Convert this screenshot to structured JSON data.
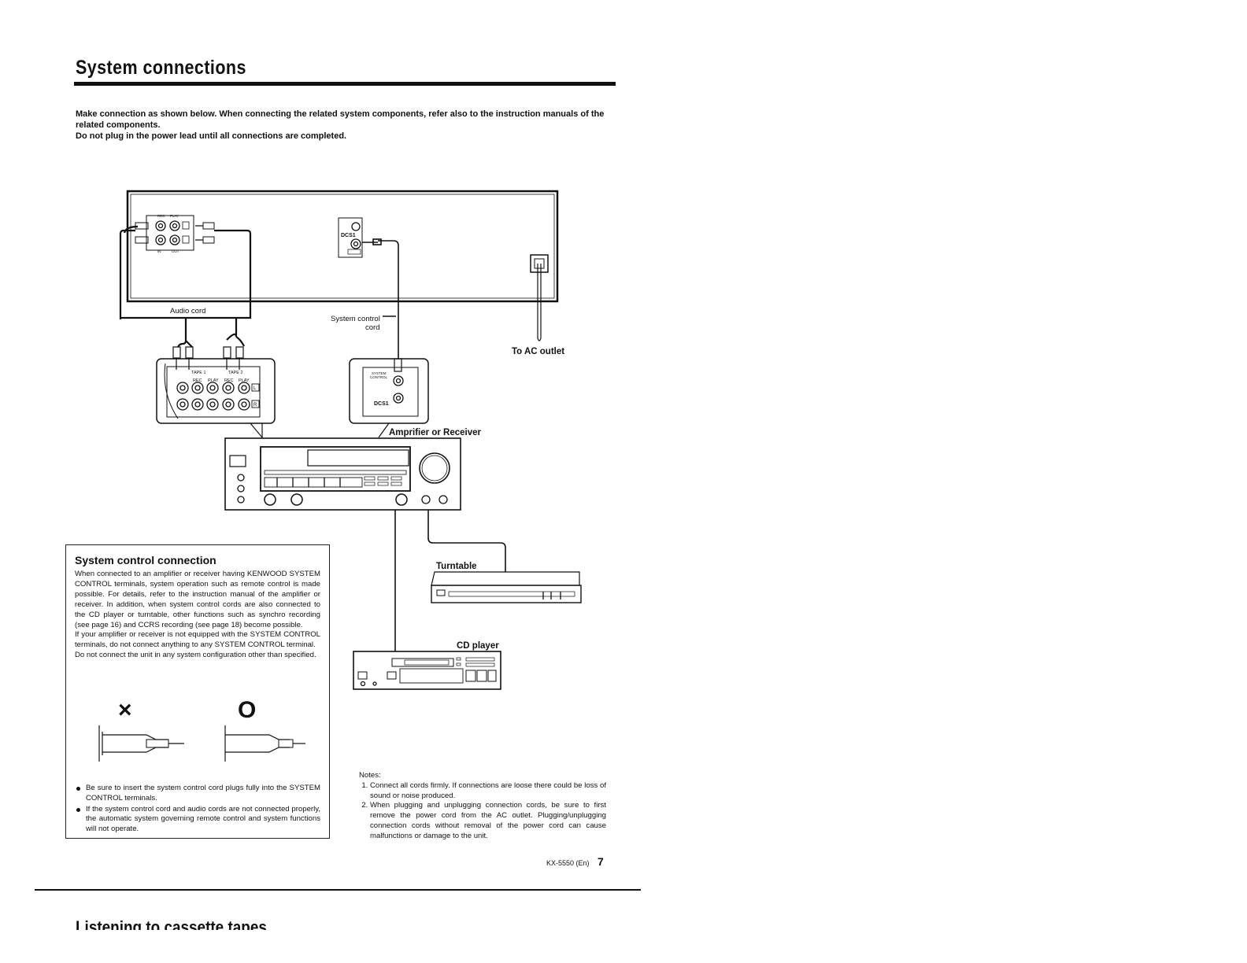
{
  "page": {
    "title": "System connections",
    "intro": [
      "Make connection as shown below. When connecting the related system components, refer also to the instruction manuals of the related components.",
      "Do not plug in the power lead until all connections are completed."
    ]
  },
  "diagram": {
    "audio_cord": "Audio cord",
    "system_control_cord": [
      "System control",
      "cord"
    ],
    "ac_outlet": "To AC outlet",
    "amplifier": "Amprifier or Receiver",
    "turntable": "Turntable",
    "cd_player": "CD player",
    "tape_labels": [
      "TAPE 1",
      "TAPE 2"
    ],
    "jack_labels": [
      "REC",
      "PLAY",
      "REC",
      "PLAY"
    ],
    "channel_labels": [
      "L",
      "R"
    ],
    "system_control_terminal": [
      "SYSTEM",
      "CONTROL"
    ],
    "deck_jack_labels": [
      "REC",
      "PLAY",
      "IN",
      "OUT"
    ]
  },
  "system_control": {
    "title": "System control connection",
    "paragraphs": [
      "When connected to an amplifier or receiver having KENWOOD SYSTEM CONTROL terminals, system operation such as remote control is made possible. For details, refer to the instruction manual of the amplifier or receiver. In addition, when system control cords are also connected to the CD player or turntable, other functions such as synchro recording (see page 16) and CCRS recording (see page 18) become possible.",
      "If your amplifier or receiver is not equipped with the SYSTEM CONTROL terminals, do not connect anything to any SYSTEM CONTROL terminal.",
      "Do not connect the unit in any system configuration other than specified."
    ],
    "wrong_mark": "×",
    "right_mark": "O",
    "bullets": [
      "Be sure to insert the system control cord plugs fully into the SYSTEM CONTROL terminals.",
      "If the system control cord and audio cords are not connected properly, the automatic system governing remote control and system functions will not operate."
    ]
  },
  "notes": {
    "heading": "Notes:",
    "items": [
      "Connect all cords firmly. If connections are loose there could be loss of sound or noise produced.",
      "When plugging and unplugging connection cords, be sure to first remove the power cord from the AC outlet. Plugging/unplugging connection cords without removal of the power cord can cause malfunctions or damage to the unit."
    ]
  },
  "footer": {
    "model": "KX-5550 (En)",
    "page_number": "7",
    "next_section": "Listening to cassette tapes"
  }
}
